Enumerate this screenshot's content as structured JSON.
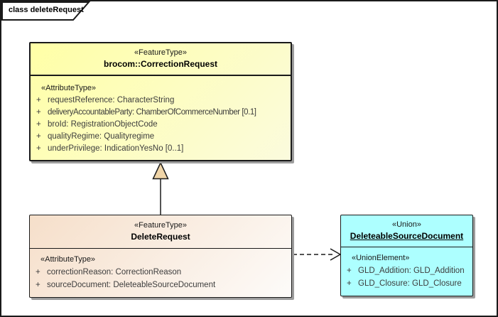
{
  "frame": {
    "label": "class deleteRequest"
  },
  "classes": {
    "correction_request": {
      "stereotype": "«FeatureType»",
      "name": "brocom::CorrectionRequest",
      "section_label": "«AttributeType»",
      "attributes": [
        {
          "vis": "+",
          "text": "requestReference: CharacterString"
        },
        {
          "vis": "+",
          "text": "deliveryAccountableParty: ChamberOfCommerceNumber [0.1]"
        },
        {
          "vis": "+",
          "text": "broId: RegistrationObjectCode"
        },
        {
          "vis": "+",
          "text": "qualityRegime: Qualityregime"
        },
        {
          "vis": "+",
          "text": "underPrivilege: IndicationYesNo [0..1]"
        }
      ]
    },
    "delete_request": {
      "stereotype": "«FeatureType»",
      "name": "DeleteRequest",
      "section_label": "«AttributeType»",
      "attributes": [
        {
          "vis": "+",
          "text": "correctionReason: CorrectionReason"
        },
        {
          "vis": "+",
          "text": "sourceDocument: DeleteableSourceDocument"
        }
      ]
    },
    "deleteable_source_document": {
      "stereotype": "«Union»",
      "name": "DeleteableSourceDocument",
      "section_label": "«UnionElement»",
      "attributes": [
        {
          "vis": "+",
          "text": "GLD_Addition: GLD_Addition"
        },
        {
          "vis": "+",
          "text": "GLD_Closure: GLD_Closure"
        }
      ]
    }
  },
  "colors": {
    "yellow_start": "#ffffa6",
    "yellow_end": "#fbfbdd",
    "peach_start": "#f6dfca",
    "peach_end": "#fdfbf9",
    "cyan_fill": "#adffff",
    "triangle_fill": "#f0d5a8",
    "line_color": "#1a1a1a",
    "shadow_color": "#9d9d9d"
  }
}
